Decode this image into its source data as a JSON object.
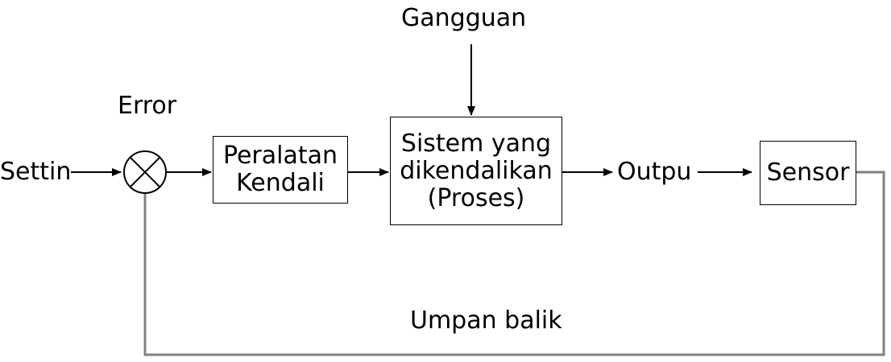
{
  "diagram": {
    "disturbance_label": "Gangguan",
    "error_label": "Error",
    "setpoint_label": "Settin",
    "output_label": "Outpu",
    "feedback_label": "Umpan balik",
    "controller": {
      "line1": "Peralatan",
      "line2": "Kendali"
    },
    "process": {
      "line1": "Sistem yang",
      "line2": "dikendalikan",
      "line3": "(Proses)"
    },
    "sensor_label": "Sensor",
    "colors": {
      "line": "#000000",
      "feedback_line": "#808080"
    }
  }
}
